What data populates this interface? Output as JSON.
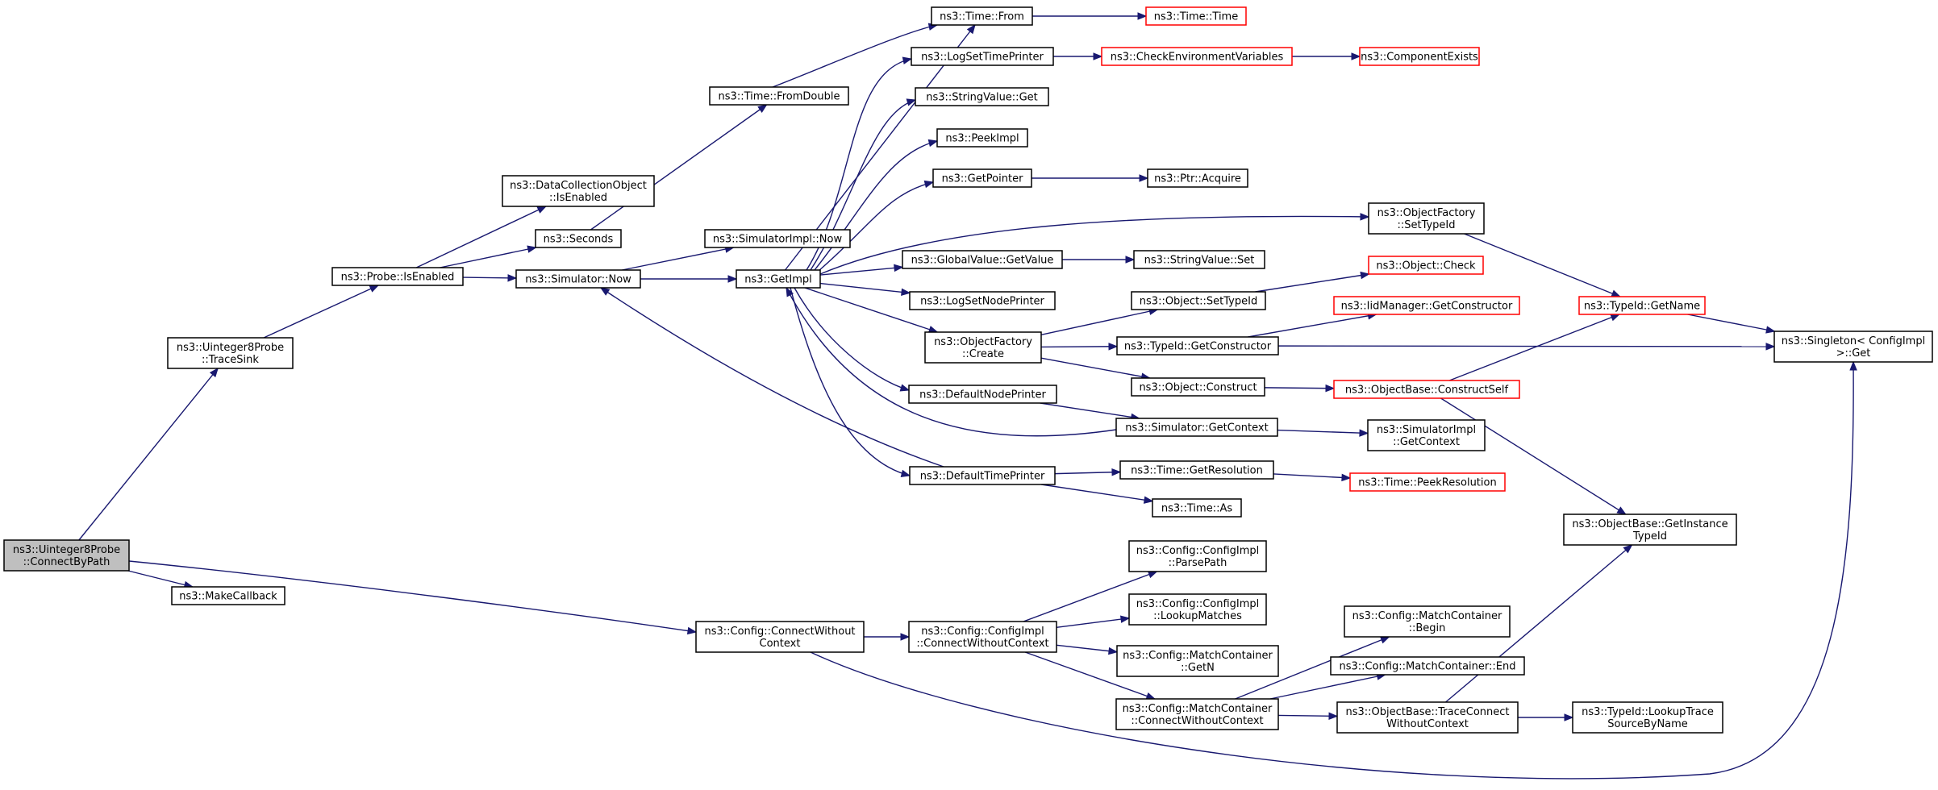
{
  "graph": {
    "edge_color": "#191970",
    "node_border_color": "#000000",
    "truncated_node_border_color": "#ff0000",
    "root_fill_color": "#bfbfbf",
    "nodes": [
      {
        "id": "root",
        "lines": [
          "ns3::Uinteger8Probe",
          "::ConnectByPath"
        ],
        "style": "root"
      },
      {
        "id": "tracesink",
        "lines": [
          "ns3::Uinteger8Probe",
          "::TraceSink"
        ],
        "style": "normal"
      },
      {
        "id": "makecallback",
        "lines": [
          "ns3::MakeCallback"
        ],
        "style": "normal"
      },
      {
        "id": "probe_isenabled",
        "lines": [
          "ns3::Probe::IsEnabled"
        ],
        "style": "normal"
      },
      {
        "id": "dco_isenabled",
        "lines": [
          "ns3::DataCollectionObject",
          "::IsEnabled"
        ],
        "style": "normal"
      },
      {
        "id": "seconds",
        "lines": [
          "ns3::Seconds"
        ],
        "style": "normal"
      },
      {
        "id": "sim_now",
        "lines": [
          "ns3::Simulator::Now"
        ],
        "style": "normal"
      },
      {
        "id": "time_fromdouble",
        "lines": [
          "ns3::Time::FromDouble"
        ],
        "style": "normal"
      },
      {
        "id": "time_from",
        "lines": [
          "ns3::Time::From"
        ],
        "style": "normal"
      },
      {
        "id": "time_time",
        "lines": [
          "ns3::Time::Time"
        ],
        "style": "red"
      },
      {
        "id": "simimpl_now",
        "lines": [
          "ns3::SimulatorImpl::Now"
        ],
        "style": "normal"
      },
      {
        "id": "getimpl",
        "lines": [
          "ns3::GetImpl"
        ],
        "style": "normal"
      },
      {
        "id": "logsettimeprinter",
        "lines": [
          "ns3::LogSetTimePrinter"
        ],
        "style": "normal"
      },
      {
        "id": "checkenv",
        "lines": [
          "ns3::CheckEnvironmentVariables"
        ],
        "style": "red"
      },
      {
        "id": "componentexists",
        "lines": [
          "ns3::ComponentExists"
        ],
        "style": "red"
      },
      {
        "id": "stringvalue_get",
        "lines": [
          "ns3::StringValue::Get"
        ],
        "style": "normal"
      },
      {
        "id": "peekimpl",
        "lines": [
          "ns3::PeekImpl"
        ],
        "style": "normal"
      },
      {
        "id": "getpointer",
        "lines": [
          "ns3::GetPointer"
        ],
        "style": "normal"
      },
      {
        "id": "ptr_acquire",
        "lines": [
          "ns3::Ptr::Acquire"
        ],
        "style": "normal"
      },
      {
        "id": "of_settypeid",
        "lines": [
          "ns3::ObjectFactory",
          "::SetTypeId"
        ],
        "style": "normal"
      },
      {
        "id": "gv_getvalue",
        "lines": [
          "ns3::GlobalValue::GetValue"
        ],
        "style": "normal"
      },
      {
        "id": "stringvalue_set",
        "lines": [
          "ns3::StringValue::Set"
        ],
        "style": "normal"
      },
      {
        "id": "object_check",
        "lines": [
          "ns3::Object::Check"
        ],
        "style": "red"
      },
      {
        "id": "logsetnodeprinter",
        "lines": [
          "ns3::LogSetNodePrinter"
        ],
        "style": "normal"
      },
      {
        "id": "object_settypeid",
        "lines": [
          "ns3::Object::SetTypeId"
        ],
        "style": "normal"
      },
      {
        "id": "iidmanager",
        "lines": [
          "ns3::IidManager::GetConstructor"
        ],
        "style": "red"
      },
      {
        "id": "typeid_getname",
        "lines": [
          "ns3::TypeId::GetName"
        ],
        "style": "red"
      },
      {
        "id": "of_create",
        "lines": [
          "ns3::ObjectFactory",
          "::Create"
        ],
        "style": "normal"
      },
      {
        "id": "typeid_getconstructor",
        "lines": [
          "ns3::TypeId::GetConstructor"
        ],
        "style": "normal"
      },
      {
        "id": "singleton_get",
        "lines": [
          "ns3::Singleton< ConfigImpl",
          " >::Get"
        ],
        "style": "normal"
      },
      {
        "id": "object_construct",
        "lines": [
          "ns3::Object::Construct"
        ],
        "style": "normal"
      },
      {
        "id": "ob_constructself",
        "lines": [
          "ns3::ObjectBase::ConstructSelf"
        ],
        "style": "red"
      },
      {
        "id": "defaultnodeprinter",
        "lines": [
          "ns3::DefaultNodePrinter"
        ],
        "style": "normal"
      },
      {
        "id": "sim_getcontext",
        "lines": [
          "ns3::Simulator::GetContext"
        ],
        "style": "normal"
      },
      {
        "id": "simimpl_getcontext",
        "lines": [
          "ns3::SimulatorImpl",
          "::GetContext"
        ],
        "style": "normal"
      },
      {
        "id": "defaulttimeprinter",
        "lines": [
          "ns3::DefaultTimePrinter"
        ],
        "style": "normal"
      },
      {
        "id": "time_getresolution",
        "lines": [
          "ns3::Time::GetResolution"
        ],
        "style": "normal"
      },
      {
        "id": "time_peekresolution",
        "lines": [
          "ns3::Time::PeekResolution"
        ],
        "style": "red"
      },
      {
        "id": "time_as",
        "lines": [
          "ns3::Time::As"
        ],
        "style": "normal"
      },
      {
        "id": "ob_getinstancetypeid",
        "lines": [
          "ns3::ObjectBase::GetInstance",
          "TypeId"
        ],
        "style": "normal"
      },
      {
        "id": "ci_parsepath",
        "lines": [
          "ns3::Config::ConfigImpl",
          "::ParsePath"
        ],
        "style": "normal"
      },
      {
        "id": "ci_lookupmatches",
        "lines": [
          "ns3::Config::ConfigImpl",
          "::LookupMatches"
        ],
        "style": "normal"
      },
      {
        "id": "config_connectwithoutcontext",
        "lines": [
          "ns3::Config::ConnectWithout",
          "Context"
        ],
        "style": "normal"
      },
      {
        "id": "ci_connectwithoutcontext",
        "lines": [
          "ns3::Config::ConfigImpl",
          "::ConnectWithoutContext"
        ],
        "style": "normal"
      },
      {
        "id": "mc_getn",
        "lines": [
          "ns3::Config::MatchContainer",
          "::GetN"
        ],
        "style": "normal"
      },
      {
        "id": "mc_begin",
        "lines": [
          "ns3::Config::MatchContainer",
          "::Begin"
        ],
        "style": "normal"
      },
      {
        "id": "mc_end",
        "lines": [
          "ns3::Config::MatchContainer::End"
        ],
        "style": "normal"
      },
      {
        "id": "mc_connectwithoutcontext",
        "lines": [
          "ns3::Config::MatchContainer",
          "::ConnectWithoutContext"
        ],
        "style": "normal"
      },
      {
        "id": "ob_traceconnect",
        "lines": [
          "ns3::ObjectBase::TraceConnect",
          "WithoutContext"
        ],
        "style": "normal"
      },
      {
        "id": "typeid_lookuptrace",
        "lines": [
          "ns3::TypeId::LookupTrace",
          "SourceByName"
        ],
        "style": "normal"
      }
    ],
    "edges": [
      [
        "root",
        "tracesink"
      ],
      [
        "root",
        "makecallback"
      ],
      [
        "root",
        "config_connectwithoutcontext"
      ],
      [
        "tracesink",
        "probe_isenabled"
      ],
      [
        "probe_isenabled",
        "dco_isenabled"
      ],
      [
        "probe_isenabled",
        "seconds"
      ],
      [
        "probe_isenabled",
        "sim_now"
      ],
      [
        "seconds",
        "time_fromdouble"
      ],
      [
        "time_fromdouble",
        "time_from"
      ],
      [
        "time_from",
        "time_time"
      ],
      [
        "sim_now",
        "simimpl_now"
      ],
      [
        "sim_now",
        "getimpl"
      ],
      [
        "getimpl",
        "time_from"
      ],
      [
        "getimpl",
        "logsettimeprinter"
      ],
      [
        "getimpl",
        "stringvalue_get"
      ],
      [
        "getimpl",
        "peekimpl"
      ],
      [
        "getimpl",
        "getpointer"
      ],
      [
        "getimpl",
        "of_settypeid"
      ],
      [
        "getimpl",
        "gv_getvalue"
      ],
      [
        "getimpl",
        "logsetnodeprinter"
      ],
      [
        "getimpl",
        "of_create"
      ],
      [
        "getimpl",
        "defaultnodeprinter"
      ],
      [
        "getimpl",
        "defaulttimeprinter"
      ],
      [
        "logsettimeprinter",
        "checkenv"
      ],
      [
        "checkenv",
        "componentexists"
      ],
      [
        "getpointer",
        "ptr_acquire"
      ],
      [
        "gv_getvalue",
        "stringvalue_set"
      ],
      [
        "of_settypeid",
        "typeid_getname"
      ],
      [
        "typeid_getname",
        "singleton_get"
      ],
      [
        "of_create",
        "object_settypeid"
      ],
      [
        "of_create",
        "typeid_getconstructor"
      ],
      [
        "of_create",
        "object_construct"
      ],
      [
        "object_settypeid",
        "object_check"
      ],
      [
        "typeid_getconstructor",
        "iidmanager"
      ],
      [
        "typeid_getconstructor",
        "singleton_get"
      ],
      [
        "object_construct",
        "ob_constructself"
      ],
      [
        "ob_constructself",
        "typeid_getname"
      ],
      [
        "ob_constructself",
        "ob_getinstancetypeid"
      ],
      [
        "defaultnodeprinter",
        "sim_getcontext"
      ],
      [
        "sim_getcontext",
        "getimpl"
      ],
      [
        "sim_getcontext",
        "simimpl_getcontext"
      ],
      [
        "defaulttimeprinter",
        "sim_now"
      ],
      [
        "defaulttimeprinter",
        "time_getresolution"
      ],
      [
        "defaulttimeprinter",
        "time_as"
      ],
      [
        "time_getresolution",
        "time_peekresolution"
      ],
      [
        "config_connectwithoutcontext",
        "ci_connectwithoutcontext"
      ],
      [
        "config_connectwithoutcontext",
        "singleton_get"
      ],
      [
        "ci_connectwithoutcontext",
        "ci_parsepath"
      ],
      [
        "ci_connectwithoutcontext",
        "ci_lookupmatches"
      ],
      [
        "ci_connectwithoutcontext",
        "mc_getn"
      ],
      [
        "ci_connectwithoutcontext",
        "mc_connectwithoutcontext"
      ],
      [
        "mc_connectwithoutcontext",
        "mc_begin"
      ],
      [
        "mc_connectwithoutcontext",
        "mc_end"
      ],
      [
        "mc_connectwithoutcontext",
        "ob_traceconnect"
      ],
      [
        "ob_traceconnect",
        "ob_getinstancetypeid"
      ],
      [
        "ob_traceconnect",
        "typeid_lookuptrace"
      ]
    ]
  }
}
